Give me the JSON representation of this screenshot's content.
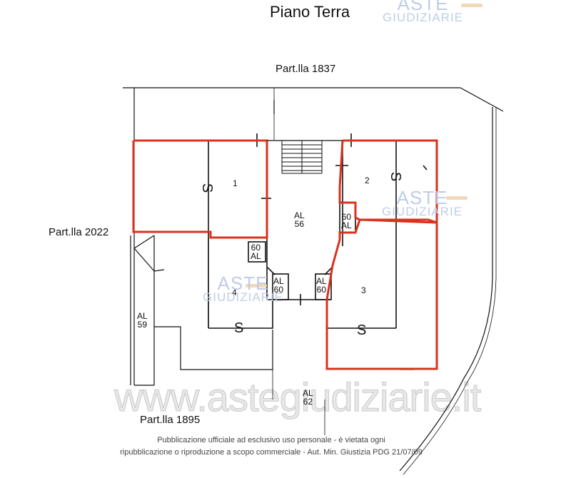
{
  "title": "Piano Terra",
  "parcels": {
    "north": "Part.lla 1837",
    "west": "Part.lla 2022",
    "south": "Part.lla 1895"
  },
  "rooms": {
    "r1": "1",
    "r2": "2",
    "r3": "3",
    "r4": "4"
  },
  "symbols": {
    "s": "S"
  },
  "al_labels": {
    "al56": [
      "AL",
      "56"
    ],
    "al60_left_top": [
      "60",
      "AL"
    ],
    "al60_left": [
      "AL",
      "60"
    ],
    "al60_mid": [
      "AL",
      "60"
    ],
    "al60_right_top": [
      "60",
      "AL"
    ],
    "al59": [
      "AL",
      "59"
    ],
    "al62": [
      "AL",
      "62"
    ]
  },
  "watermark": {
    "aste": "ASTE",
    "giudiziarie": "GIUDIZIARIE",
    "url": "www.astegiudiziarie.it"
  },
  "footer": {
    "line1": "Pubblicazione ufficiale ad esclusivo uso personale - è vietata ogni",
    "line2": "ripubblicazione o riproduzione a scopo commerciale - Aut. Min. Giustizia PDG 21/07/09"
  },
  "colors": {
    "highlight": "#d9321e",
    "line": "#111111",
    "watermark": "#bfcde6"
  }
}
